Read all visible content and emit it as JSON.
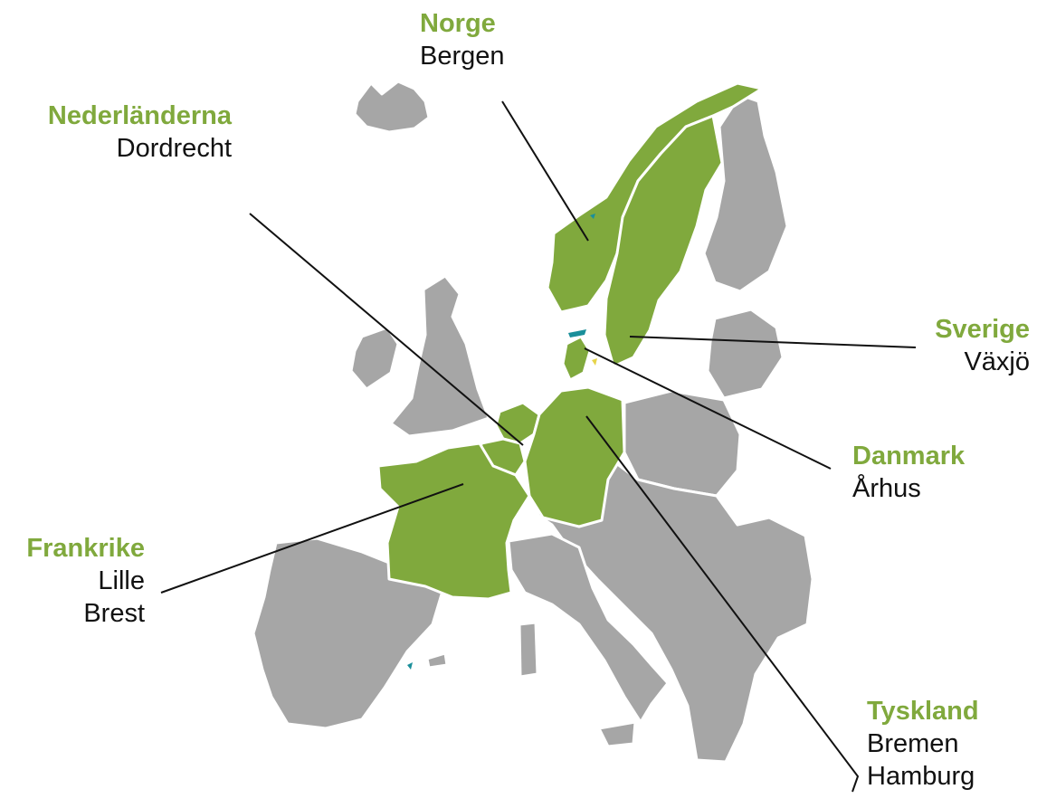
{
  "colors": {
    "highlight": "#80a93d",
    "land": "#a6a6a6",
    "border": "#ffffff",
    "leader": "#111111",
    "text": "#111111"
  },
  "labels": {
    "norge": {
      "country": "Norge",
      "cities": [
        "Bergen"
      ]
    },
    "neder": {
      "country": "Nederländerna",
      "cities": [
        "Dordrecht"
      ]
    },
    "sverige": {
      "country": "Sverige",
      "cities": [
        "Växjö"
      ]
    },
    "danmark": {
      "country": "Danmark",
      "cities": [
        "Århus"
      ]
    },
    "frank": {
      "country": "Frankrike",
      "cities": [
        "Lille",
        "Brest"
      ]
    },
    "tysk": {
      "country": "Tyskland",
      "cities": [
        "Bremen",
        "Hamburg"
      ]
    }
  }
}
